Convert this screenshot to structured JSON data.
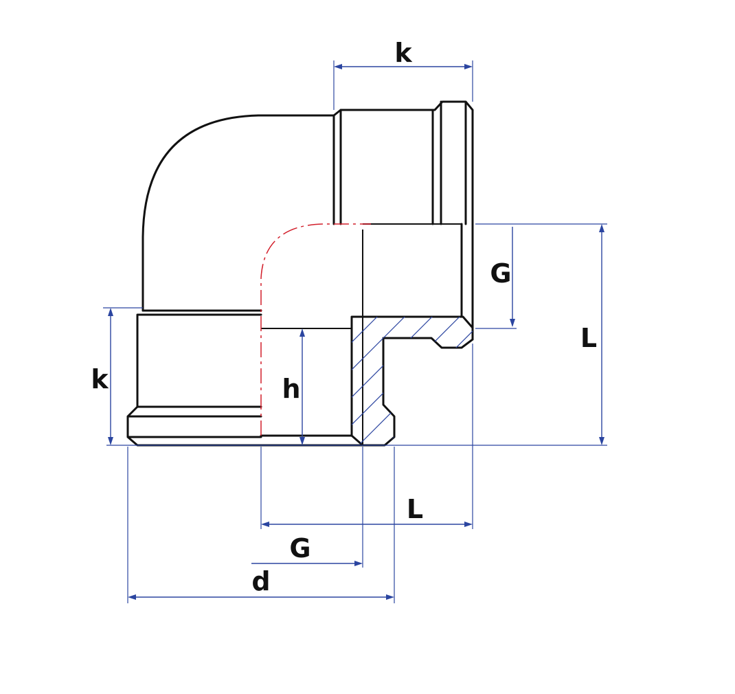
{
  "labels": {
    "k_top": "k",
    "k_left": "k",
    "g_right": "G",
    "l_right": "L",
    "h": "h",
    "l_bottom": "L",
    "g_bottom": "G",
    "d": "d"
  },
  "colors": {
    "outline": "#111111",
    "dimension": "#2b45a0",
    "axis": "#d21e2a"
  }
}
